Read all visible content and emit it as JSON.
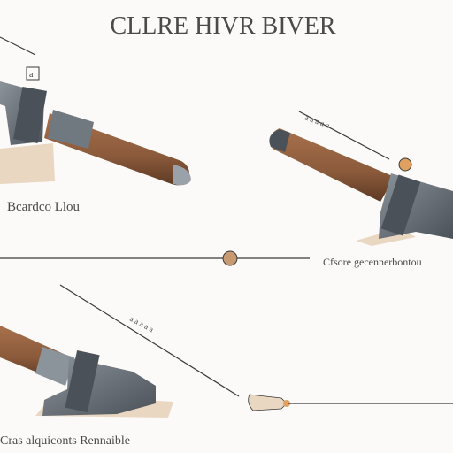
{
  "title": "CLLRE HIVR BIVER",
  "labels": {
    "top_left": "Bcardco Llou",
    "middle_right": "Cfsore gecennerbontou",
    "bottom_left": "Cras alquiconts  Rennaible",
    "tag_top_left": "a",
    "tag_top_right": "a a a a a",
    "tag_bottom": "a  a a a a"
  },
  "colors": {
    "background": "#fbfaf8",
    "handle": "#8a5a3b",
    "handle_shade": "#5e3a23",
    "metal": "#6f7780",
    "metal_dark": "#4b5158",
    "wood_block": "#ead7c2",
    "line": "#3a3a3a",
    "text": "#4a4a4a"
  }
}
